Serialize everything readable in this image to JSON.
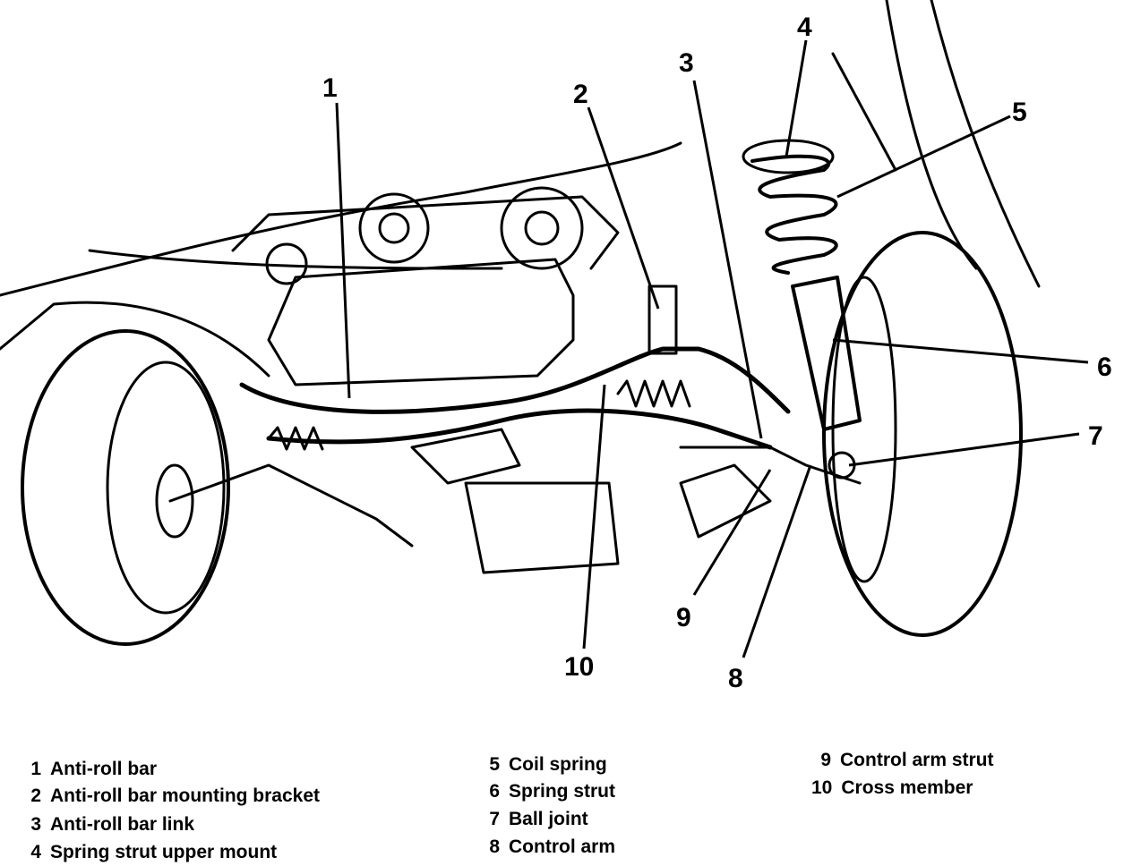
{
  "callouts": [
    {
      "number": "1"
    },
    {
      "number": "2"
    },
    {
      "number": "3"
    },
    {
      "number": "4"
    },
    {
      "number": "5"
    },
    {
      "number": "6"
    },
    {
      "number": "7"
    },
    {
      "number": "8"
    },
    {
      "number": "9"
    },
    {
      "number": "10"
    }
  ],
  "legend": [
    {
      "number": "1",
      "label": "Anti-roll bar"
    },
    {
      "number": "2",
      "label": "Anti-roll bar mounting bracket"
    },
    {
      "number": "3",
      "label": "Anti-roll bar link"
    },
    {
      "number": "4",
      "label": "Spring strut upper mount"
    },
    {
      "number": "5",
      "label": "Coil spring"
    },
    {
      "number": "6",
      "label": "Spring strut"
    },
    {
      "number": "7",
      "label": "Ball joint"
    },
    {
      "number": "8",
      "label": "Control arm"
    },
    {
      "number": "9",
      "label": "Control arm strut"
    },
    {
      "number": "10",
      "label": "Cross member"
    }
  ]
}
